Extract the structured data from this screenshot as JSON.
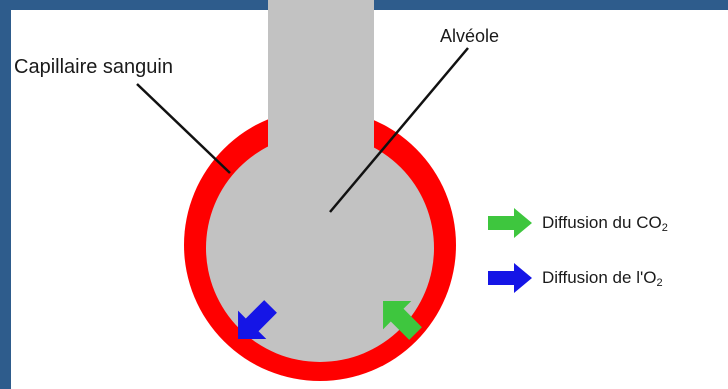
{
  "labels": {
    "capillary": "Capillaire sanguin",
    "alveolus": "Alvéole"
  },
  "legend": {
    "co2": {
      "prefix": "Diffusion du CO",
      "sub": "2",
      "color": "#3ec63e",
      "icon": "green-arrow-right-icon"
    },
    "o2": {
      "prefix": "Diffusion de l'O",
      "sub": "2",
      "color": "#1515e6",
      "icon": "blue-arrow-right-icon"
    }
  },
  "colors": {
    "frame": "#2e5c8c",
    "capillary": "#ff0000",
    "alveolus": "#c2c2c2"
  }
}
